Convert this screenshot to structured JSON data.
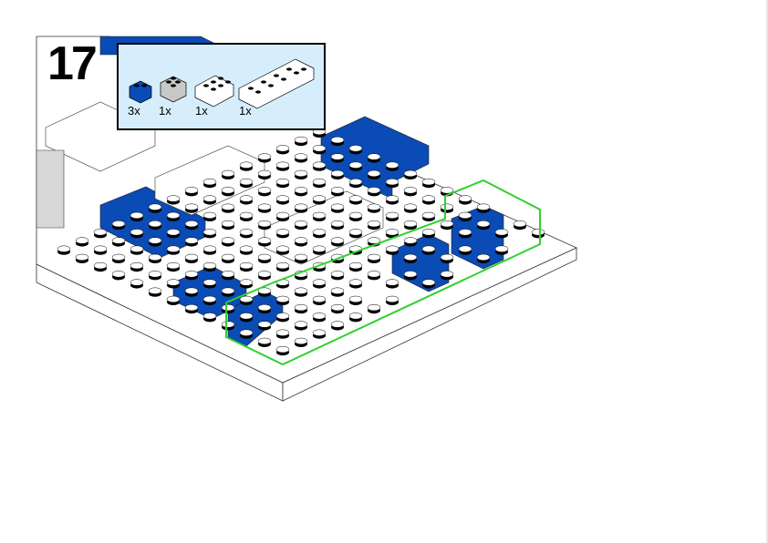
{
  "step": {
    "number": "17"
  },
  "parts_list": [
    {
      "name": "blue-brick-1x2",
      "qty": "3x",
      "color": "#0a4bb5"
    },
    {
      "name": "gray-brick-2x2",
      "qty": "1x",
      "color": "#c8c8c8"
    },
    {
      "name": "white-brick-2x4",
      "qty": "1x",
      "color": "#ffffff"
    },
    {
      "name": "white-brick-2x8",
      "qty": "1x",
      "color": "#ffffff"
    }
  ],
  "colors": {
    "highlight": "#2fd12f",
    "blue": "#0a4bb5",
    "panel": "#d6eefc"
  }
}
